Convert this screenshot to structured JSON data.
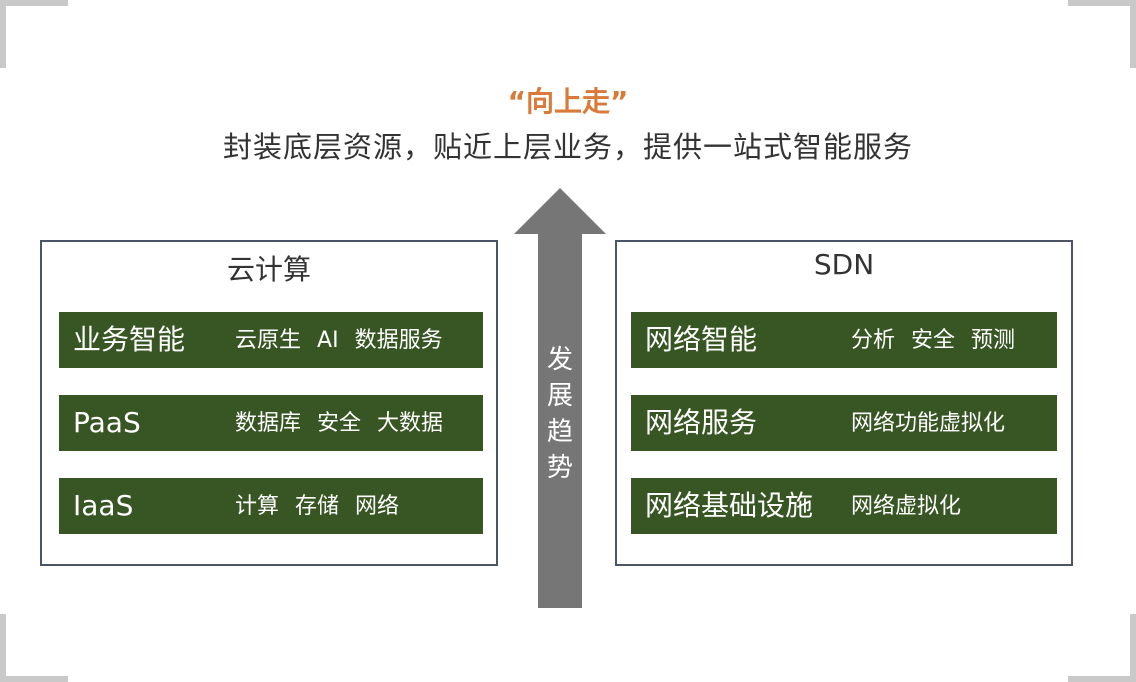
{
  "headline": "“向上走”",
  "subline": "封装底层资源，贴近上层业务，提供一站式智能服务",
  "arrow": {
    "chars": [
      "发",
      "展",
      "趋",
      "势"
    ]
  },
  "left_panel": {
    "title": "云计算",
    "rows": [
      {
        "label": "业务智能",
        "items": [
          "云原生",
          "AI",
          "数据服务"
        ]
      },
      {
        "label": "PaaS",
        "items": [
          "数据库",
          "安全",
          "大数据"
        ]
      },
      {
        "label": "IaaS",
        "items": [
          "计算",
          "存储",
          "网络"
        ]
      }
    ]
  },
  "right_panel": {
    "title": "SDN",
    "rows": [
      {
        "label": "网络智能",
        "items": [
          "分析",
          "安全",
          "预测"
        ]
      },
      {
        "label": "网络服务",
        "items": [
          "网络功能虚拟化"
        ]
      },
      {
        "label": "网络基础设施",
        "items": [
          "网络虚拟化"
        ]
      }
    ]
  },
  "colors": {
    "accent_orange": "#d9793a",
    "row_green": "#385623",
    "arrow_gray": "#767676",
    "panel_border": "#4b5566",
    "corner_gray": "#c9c9c9"
  }
}
